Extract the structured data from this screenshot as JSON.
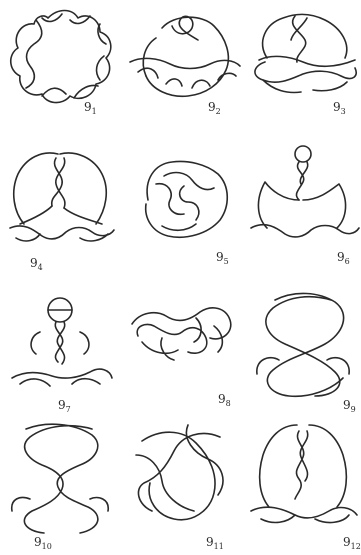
{
  "knots": [
    {
      "base": "9",
      "sub": "1",
      "icon": "knot-9-1-diagram"
    },
    {
      "base": "9",
      "sub": "2",
      "icon": "knot-9-2-diagram"
    },
    {
      "base": "9",
      "sub": "3",
      "icon": "knot-9-3-diagram"
    },
    {
      "base": "9",
      "sub": "4",
      "icon": "knot-9-4-diagram"
    },
    {
      "base": "9",
      "sub": "5",
      "icon": "knot-9-5-diagram"
    },
    {
      "base": "9",
      "sub": "6",
      "icon": "knot-9-6-diagram"
    },
    {
      "base": "9",
      "sub": "7",
      "icon": "knot-9-7-diagram"
    },
    {
      "base": "9",
      "sub": "8",
      "icon": "knot-9-8-diagram"
    },
    {
      "base": "9",
      "sub": "9",
      "icon": "knot-9-9-diagram"
    },
    {
      "base": "9",
      "sub": "10",
      "icon": "knot-9-10-diagram"
    },
    {
      "base": "9",
      "sub": "11",
      "icon": "knot-9-11-diagram"
    },
    {
      "base": "9",
      "sub": "12",
      "icon": "knot-9-12-diagram"
    }
  ],
  "colors": {
    "ink": "#2a2a2a",
    "background": "#ffffff"
  }
}
